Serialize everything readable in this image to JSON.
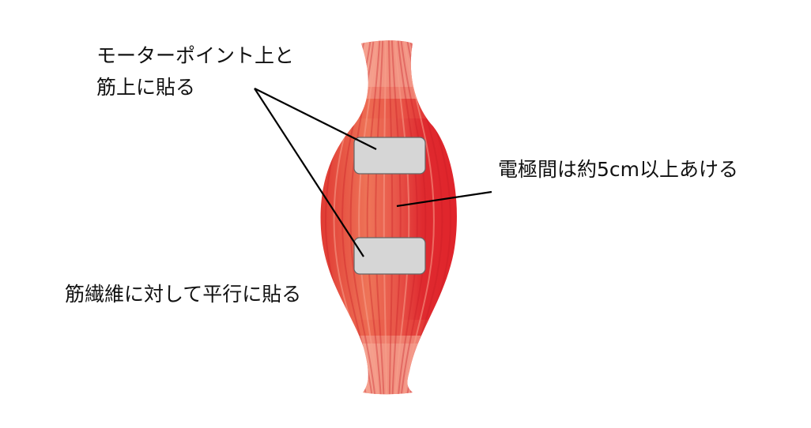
{
  "labels": {
    "motor_point_line1": "モーターポイント上と",
    "motor_point_line2": "筋上に貼る",
    "electrode_distance": "電極間は約5cm以上あける",
    "parallel_to_fibers": "筋繊維に対して平行に貼る"
  },
  "colors": {
    "muscle_dark": "#e0242b",
    "muscle_light": "#f07a62",
    "tendon": "#f5a898",
    "electrode_fill": "#d6d6d6",
    "electrode_stroke": "#666666",
    "leader_line": "#000000"
  }
}
